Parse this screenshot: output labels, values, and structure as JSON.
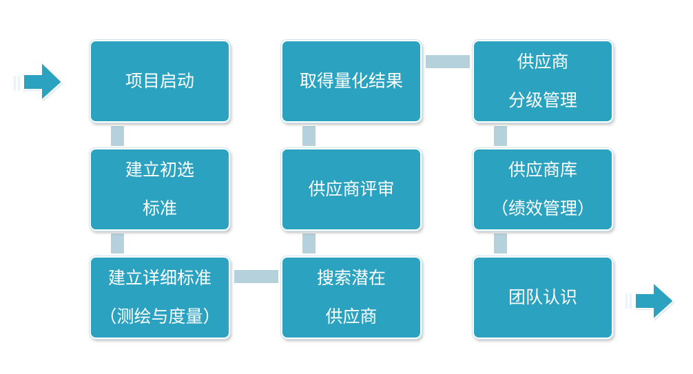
{
  "diagram": {
    "nodes": [
      {
        "id": "n1",
        "label": "项目启动"
      },
      {
        "id": "n2",
        "label": "建立初选\n标准"
      },
      {
        "id": "n3",
        "label": "建立详细标准\n（测绘与度量）"
      },
      {
        "id": "n4",
        "label": "搜索潜在\n供应商"
      },
      {
        "id": "n5",
        "label": "供应商评审"
      },
      {
        "id": "n6",
        "label": "取得量化结果"
      },
      {
        "id": "n7",
        "label": "供应商\n分级管理"
      },
      {
        "id": "n8",
        "label": "供应商库\n（绩效管理）"
      },
      {
        "id": "n9",
        "label": "团队认识"
      }
    ],
    "edges": [
      {
        "from": "n1",
        "to": "n2"
      },
      {
        "from": "n2",
        "to": "n3"
      },
      {
        "from": "n3",
        "to": "n4"
      },
      {
        "from": "n4",
        "to": "n5"
      },
      {
        "from": "n5",
        "to": "n6"
      },
      {
        "from": "n6",
        "to": "n7"
      },
      {
        "from": "n7",
        "to": "n8"
      },
      {
        "from": "n8",
        "to": "n9"
      }
    ],
    "colors": {
      "box_fill": "#2ba3c0",
      "box_text": "#ffffff",
      "connector": "#b4d1dc",
      "arrow_fill": "#2ba3c0"
    }
  }
}
